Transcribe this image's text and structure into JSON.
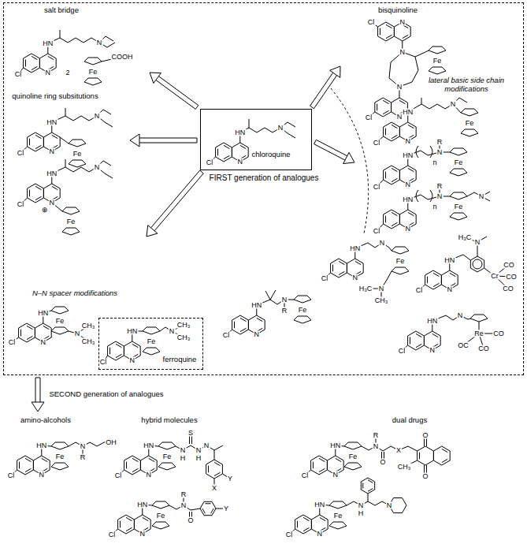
{
  "diagram": {
    "nodes": [
      {
        "text": [
          "FIRST generation of analogues"
        ]
      },
      {
        "text": [
          "chloroquine"
        ],
        "in": 0
      },
      {
        "text": [
          "ferroquine"
        ],
        "in": 0
      }
    ],
    "labels": [
      "salt bridge",
      "HN",
      "N",
      "Cl",
      "N",
      "2",
      "Fe",
      "COOH",
      "bisquinoline",
      "Cl",
      "N",
      "N",
      "Fe",
      "N",
      "Cl",
      "N",
      "quinoline ring subsitutions",
      "HN",
      "N",
      "Cl",
      "N",
      "Fe",
      "HN",
      "N",
      "Cl",
      "N",
      "⊕",
      "Fe",
      "N–N spacer modifications",
      "HN",
      "Cl",
      "N",
      "Fe",
      "N",
      "CH₃",
      "CH₃",
      "HN",
      "Cl",
      "N",
      "Fe",
      "N",
      "CH₃",
      "CH₃",
      "HN",
      "N",
      "Cl",
      "N",
      "lateral basic side chain modifications",
      "HN",
      "N",
      "Fe",
      "Cl",
      "N",
      "HN",
      "n",
      "N",
      "R",
      "Fe",
      "Cl",
      "N",
      "HN",
      "n",
      "N",
      "R",
      "Fe",
      "N",
      "Cl",
      "N",
      "HN",
      "N",
      "R",
      "Fe",
      "Cl",
      "N",
      "HN",
      "N",
      "Fe",
      "H₃C",
      "N",
      "CH₃",
      "Cl",
      "N",
      "HN",
      "H₃C",
      "N",
      "Cr",
      "CO",
      "CO",
      "CO",
      "Cl",
      "N",
      "HN",
      "N",
      "Re",
      "CO",
      "OC",
      "CO",
      "Cl",
      "N",
      "SECOND generation of analogues",
      "amino-alcohols",
      "HN",
      "Fe",
      "N",
      "R",
      "OH",
      "Cl",
      "N",
      "hybrid molecules",
      "HN",
      "Fe",
      "N",
      "H",
      "S",
      "N",
      "H",
      "N",
      "X",
      "Y",
      "Cl",
      "N",
      "dual drugs",
      "HN",
      "Fe",
      "R",
      "N",
      "O",
      "X",
      "O",
      "CH₃",
      "O",
      "Cl",
      "N",
      "HN",
      "Fe",
      "R",
      "N",
      "O",
      "Y",
      "Cl",
      "N",
      "HN",
      "Fe",
      "N",
      "H",
      "N",
      "Cl",
      "N"
    ]
  }
}
